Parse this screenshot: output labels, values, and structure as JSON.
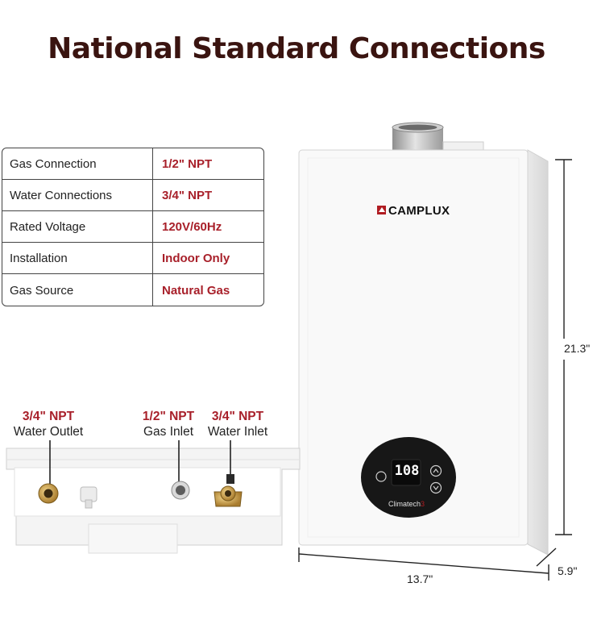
{
  "title": "National Standard Connections",
  "specs": [
    {
      "label": "Gas Connection",
      "value": "1/2\" NPT"
    },
    {
      "label": "Water Connections",
      "value": "3/4\" NPT"
    },
    {
      "label": "Rated Voltage",
      "value": "120V/60Hz"
    },
    {
      "label": "Installation",
      "value": "Indoor Only"
    },
    {
      "label": "Gas Source",
      "value": "Natural Gas"
    }
  ],
  "connections": {
    "water_outlet": {
      "size": "3/4\" NPT",
      "name": "Water Outlet"
    },
    "gas_inlet": {
      "size": "1/2\" NPT",
      "name": "Gas Inlet"
    },
    "water_inlet": {
      "size": "3/4\" NPT",
      "name": "Water Inlet"
    }
  },
  "heater": {
    "brand": "CAMPLUX",
    "display_temp": "108",
    "model_text": "Climatech",
    "model_num": "3"
  },
  "dimensions": {
    "height": "21.3\"",
    "width": "13.7\"",
    "depth": "5.9\""
  },
  "colors": {
    "accent": "#a8202a",
    "title": "#3a1410"
  }
}
